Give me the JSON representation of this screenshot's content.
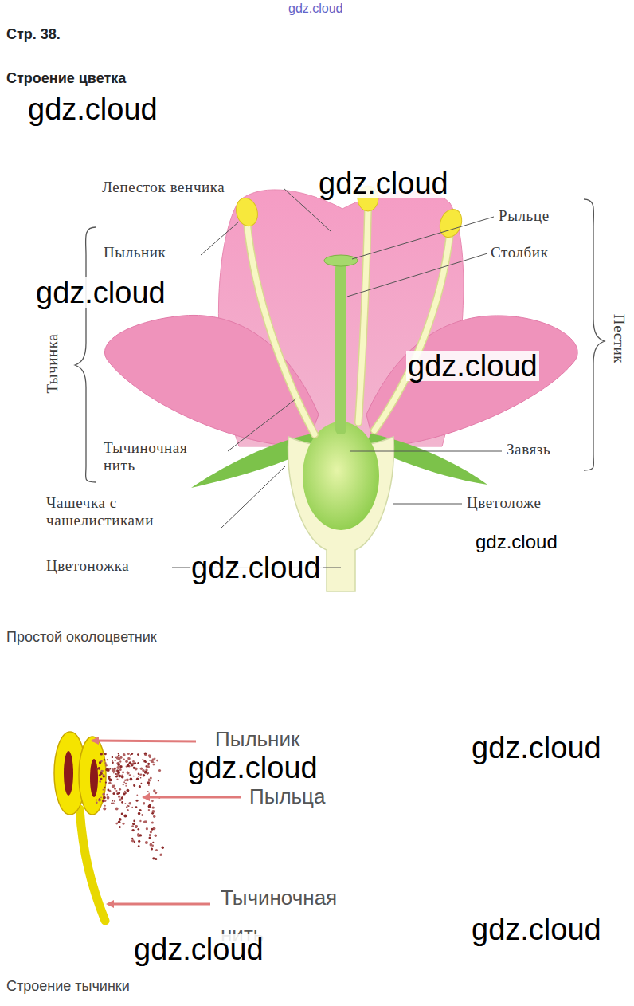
{
  "diagram": {
    "title": "Строение цветка",
    "caption": "Строение тычинки",
    "labels": [
      "gdz.cloud",
      "Стр. 38.",
      "gdz.cloud",
      "Лепесток венчика",
      "gdz.cloud",
      "Рыльце",
      "Пыльник",
      "Столбик",
      "gdz.cloud",
      "Тычинка",
      "Пестик",
      "gdz.cloud",
      "Тычиночная нить",
      "Завязь",
      "Чашечка с чашелистиками",
      "Цветоложе",
      "gdz.cloud",
      "Цветоножка",
      "gdz.cloud",
      "Простой околоцветник",
      "Пыльник",
      "gdz.cloud",
      "gdz.cloud",
      "Пыльца",
      "Тычиночная нить",
      "gdz.cloud",
      "gdz.cloud"
    ]
  }
}
